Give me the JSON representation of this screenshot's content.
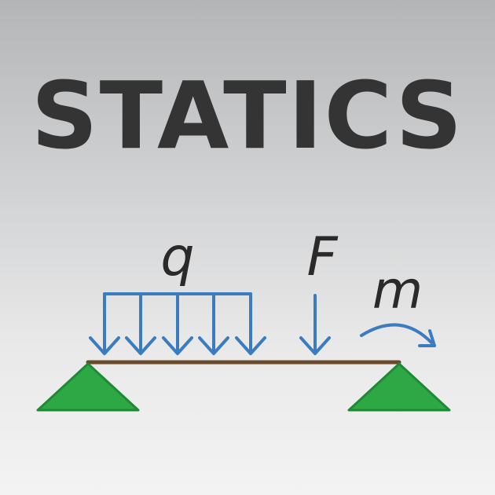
{
  "title": "STATICS",
  "labels": {
    "distributed_load": "q",
    "point_force": "F",
    "moment": "m"
  },
  "colors": {
    "title": "#343434",
    "load_arrows": "#3b7cc0",
    "beam": "#6b4a2c",
    "supports": "#2ea845",
    "support_stroke": "#1f8a36"
  }
}
